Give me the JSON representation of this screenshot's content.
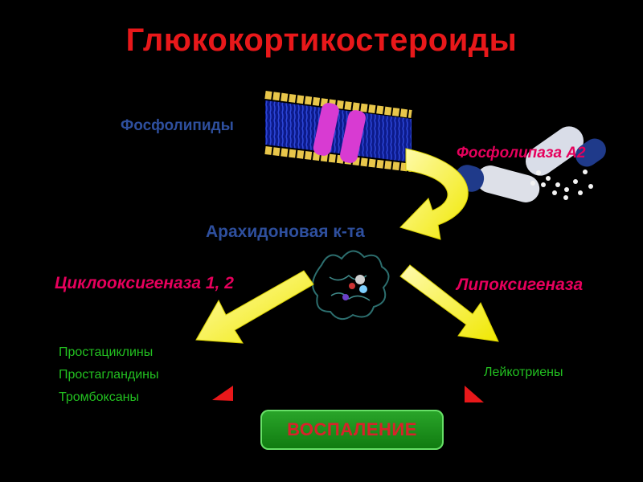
{
  "title": "Глюкокортикостероиды",
  "labels": {
    "phospholipids": "Фосфолипиды",
    "phospholipase": "Фосфолипаза А2",
    "arachidonic_acid": "Арахидоновая к-та",
    "cyclooxygenase": "Циклооксигеназа 1, 2",
    "lipoxygenase": "Липоксигеназа"
  },
  "products": {
    "cox": [
      "Простациклины",
      "Простагландины",
      "Тромбоксаны"
    ],
    "lox": [
      "Лейкотриены"
    ]
  },
  "inflammation_button": "ВОСПАЛЕНИЕ",
  "colors": {
    "title": "#e8181a",
    "blue_label": "#2e4f9e",
    "enzyme_label": "#e6005c",
    "product_text": "#22c020",
    "arrow": "#f2f200",
    "button_green": "#1a9a1a",
    "warning_triangle": "#e8181a"
  }
}
